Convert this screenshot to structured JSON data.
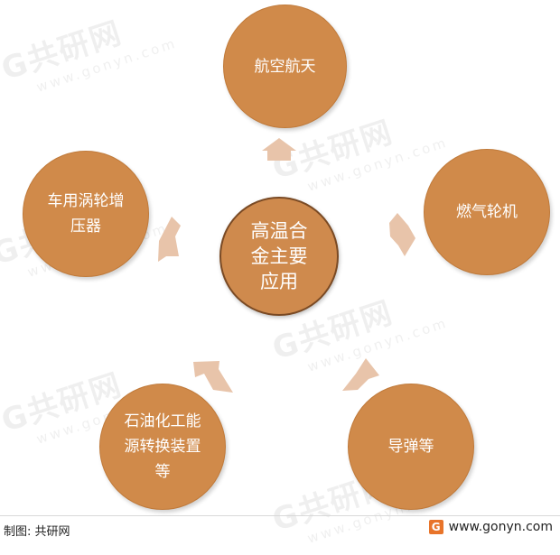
{
  "center": {
    "label": "高温合金主要应用"
  },
  "nodes": [
    {
      "id": "aerospace",
      "label": "航空航天"
    },
    {
      "id": "gas-turbine",
      "label": "燃气轮机"
    },
    {
      "id": "missile",
      "label": "导弹等"
    },
    {
      "id": "petrochemical",
      "label": "石油化工能源转换装置等"
    },
    {
      "id": "turbocharger",
      "label": "车用涡轮增压器"
    }
  ],
  "watermark": {
    "main": "G共研网",
    "sub": "www.gonyn.com"
  },
  "footer": {
    "source": "制图: 共研网",
    "logo_glyph": "G",
    "website": "www.gonyn.com"
  },
  "colors": {
    "node_fill": "#d08a4a",
    "center_border": "#7a4a24",
    "arrow_fill": "#e8c4aa",
    "logo": "#e8742a"
  }
}
